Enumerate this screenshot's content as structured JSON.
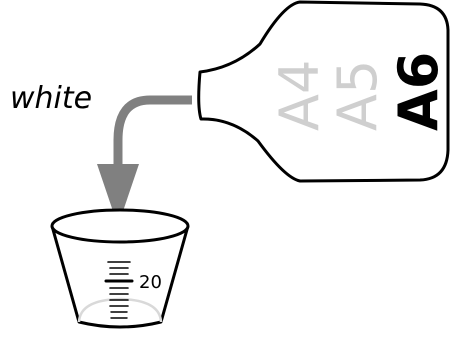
{
  "instruction": {
    "color_word": "white"
  },
  "bottle": {
    "labels": [
      {
        "text": "A4",
        "color": "#cfcfcf",
        "weight": "normal"
      },
      {
        "text": "A5",
        "color": "#cfcfcf",
        "weight": "normal"
      },
      {
        "text": "A6",
        "color": "#000000",
        "weight": "bold"
      }
    ]
  },
  "cup": {
    "volume_mark": "20"
  },
  "colors": {
    "arrow": "#808080",
    "outline": "#000000",
    "cup_base": "#d9d9d9"
  }
}
